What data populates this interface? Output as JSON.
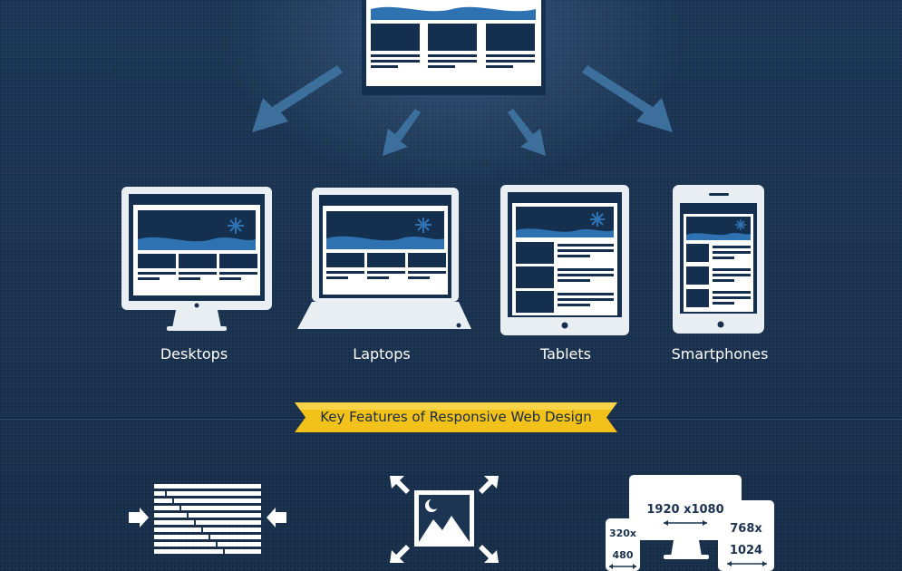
{
  "devices": [
    {
      "id": "desktops",
      "label": "Desktops"
    },
    {
      "id": "laptops",
      "label": "Laptops"
    },
    {
      "id": "tablets",
      "label": "Tablets"
    },
    {
      "id": "smartphones",
      "label": "Smartphones"
    }
  ],
  "banner": {
    "title": "Key Features of Responsive Web Design"
  },
  "features": {
    "resolutions": {
      "large": "1920 x1080",
      "small_top": "320x",
      "small_bottom": "480",
      "medium_top": "768x",
      "medium_bottom": "1024"
    }
  },
  "icons": {
    "arrows": "arrow-icon",
    "sun": "sun-icon",
    "moon": "moon-icon",
    "mountain": "mountain-icon",
    "fluid_grid": "fluid-grid-icon",
    "expand": "expand-arrows-icon"
  },
  "colors": {
    "background": "#1c3553",
    "accent_blue": "#2f72b2",
    "dark_navy": "#15304f",
    "device_white": "#e9eef3",
    "banner_gold": "#f2c21a"
  }
}
